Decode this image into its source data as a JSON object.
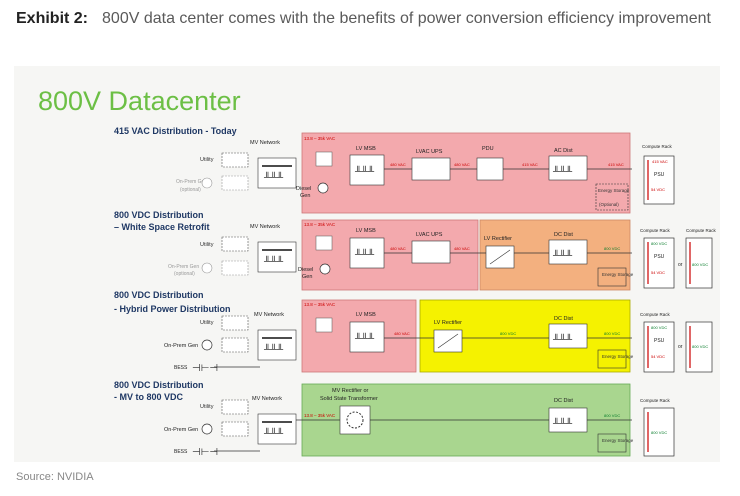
{
  "exhibit": {
    "label": "Exhibit 2:",
    "title": "800V data center comes with the benefits of power conversion efficiency improvement"
  },
  "source": "Source: NVIDIA",
  "diagram": {
    "main_title": "800V Datacenter",
    "colors": {
      "title_green": "#6cbf45",
      "pink": "#f3a9ad",
      "orange": "#f3b07f",
      "yellow": "#f5f200",
      "green": "#a9d68f",
      "heading_blue": "#1f3864"
    },
    "rows": {
      "r1": {
        "title": "415 VAC Distribution - Today",
        "mv_network": "MV Network",
        "utility": "Utility",
        "onprem": "On-Prem Gen",
        "optional": "(optional)",
        "diesel": "Diesel",
        "gen": "Gen",
        "mv_volt": "13.8 – 35k VAC",
        "lv_msb": "LV MSB",
        "lvac_ups": "LVAC UPS",
        "pdu": "PDU",
        "ac_dist": "AC Dist",
        "v480a": "480 VAC",
        "v480b": "480 VAC",
        "v415": "415 VAC",
        "v415b": "415 VAC",
        "energy_storage": "Energy Storage",
        "opt": "(Optional)",
        "compute_rack": "Compute Rack",
        "psu": "PSU",
        "v54": "54 VDC"
      },
      "r2": {
        "title_a": "800 VDC Distribution",
        "title_b": "– White Space Retrofit",
        "mv_network": "MV Network",
        "utility": "Utility",
        "onprem": "On-Prem Gen",
        "optional": "(optional)",
        "diesel": "Diesel",
        "gen": "Gen",
        "mv_volt": "13.8 – 35k VAC",
        "lv_msb": "LV MSB",
        "lvac_ups": "LVAC UPS",
        "lv_rectifier": "LV Rectifier",
        "dc_dist": "DC Dist",
        "v480a": "480 VAC",
        "v480b": "480 VAC",
        "v800": "800 VDC",
        "energy_storage": "Energy Storage",
        "compute_rack": "Compute Rack",
        "compute_rack2": "Compute Rack",
        "psu": "PSU",
        "v54": "54 VDC",
        "v800b": "800 VDC",
        "v800c": "800 VDC",
        "or": "or"
      },
      "r3": {
        "title_a": "800 VDC Distribution",
        "title_b": "- Hybrid Power Distribution",
        "mv_network": "MV Network",
        "utility": "Utility",
        "onprem": "On-Prem Gen",
        "bess": "BESS",
        "mv_volt": "13.8 – 35k VAC",
        "lv_msb": "LV MSB",
        "lv_rectifier": "LV Rectifier",
        "dc_dist": "DC Dist",
        "v480": "480 VAC",
        "v800a": "800 VDC",
        "v800b": "800 VDC",
        "energy_storage": "Energy Storage",
        "compute_rack": "Compute Rack",
        "psu": "PSU",
        "v54": "54 VDC",
        "v800c": "800 VDC",
        "v800d": "800 VDC",
        "or": "or"
      },
      "r4": {
        "title_a": "800 VDC Distribution",
        "title_b": "- MV to 800 VDC",
        "mv_network": "MV Network",
        "utility": "Utility",
        "onprem": "On-Prem Gen",
        "bess": "BESS",
        "mv_rect_a": "MV Rectifier or",
        "mv_rect_b": "Solid State Transformer",
        "mv_volt": "13.8 – 35k VAC",
        "dc_dist": "DC Dist",
        "v800a": "800 VDC",
        "energy_storage": "Energy Storage",
        "compute_rack": "Compute Rack",
        "v800b": "800 VDC"
      }
    }
  }
}
